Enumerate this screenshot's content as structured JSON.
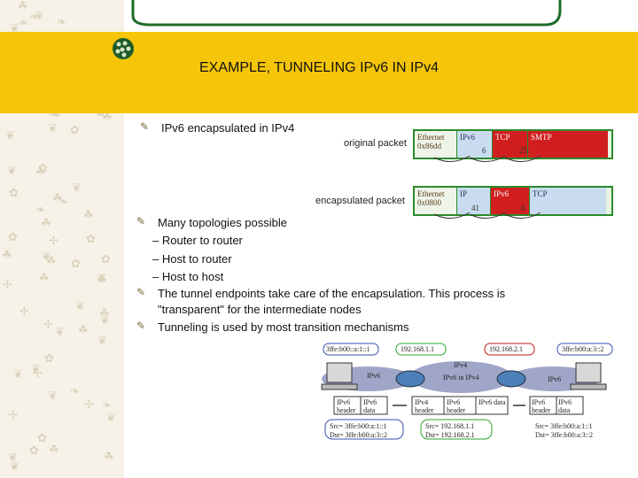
{
  "slide": {
    "title": "EXAMPLE, TUNNELING IPv6 IN IPv4",
    "bullets": [
      "IPv6 encapsulated in IPv4",
      "Many topologies possible",
      "The tunnel endpoints take care of the encapsulation. This process is",
      "\"transparent\" for the intermediate nodes",
      "Tunneling is used by most transition mechanisms"
    ],
    "subitems": [
      "– Router to router",
      "– Host to router",
      "– Host to host"
    ]
  },
  "packets": {
    "original": {
      "label": "original packet",
      "cells": [
        {
          "text": "Ethernet\n0x86dd",
          "style": "plain"
        },
        {
          "text": "IPv6",
          "style": "blue"
        },
        {
          "text": "TCP",
          "style": "red"
        },
        {
          "text": "SMTP",
          "style": "red"
        }
      ],
      "numbers": [
        "6",
        "25"
      ]
    },
    "encapsulated": {
      "label": "encapsulated packet",
      "cells": [
        {
          "text": "Ethernet\n0x0800",
          "style": "plain"
        },
        {
          "text": "IP",
          "style": "blue"
        },
        {
          "text": "IPv6",
          "style": "red"
        },
        {
          "text": "TCP",
          "style": "blue"
        }
      ],
      "numbers": [
        "41",
        "6"
      ]
    }
  },
  "network": {
    "addr_left": "3ffe:b00::a:1::1",
    "addr_mid_left": "192.168.1.1",
    "addr_mid_right": "192.168.2.1",
    "addr_right": "3ffe:b00:a:3::2",
    "cloud_left": "IPv6",
    "cloud_mid_top": "IPv4",
    "cloud_mid": "IPv6 in IPv4",
    "cloud_right": "IPv6",
    "hdr_left": [
      "IPv6 header",
      "IPv6 data"
    ],
    "hdr_mid": [
      "IPv4 header",
      "IPv6 header",
      "IPv6 data"
    ],
    "hdr_right": [
      "IPv6 header",
      "IPv6 data"
    ],
    "src_left": "Src= 3ffe:b00:a:1::1",
    "dst_left": "Dst= 3ffe:b00:a:3::2",
    "src_mid": "Src= 192.168.1.1",
    "dst_mid": "Dst= 192.168.2.1",
    "src_right": "Src= 3ffe:b00:a:1::1",
    "dst_right": "Dst= 3ffe:b00:a:3::2"
  }
}
